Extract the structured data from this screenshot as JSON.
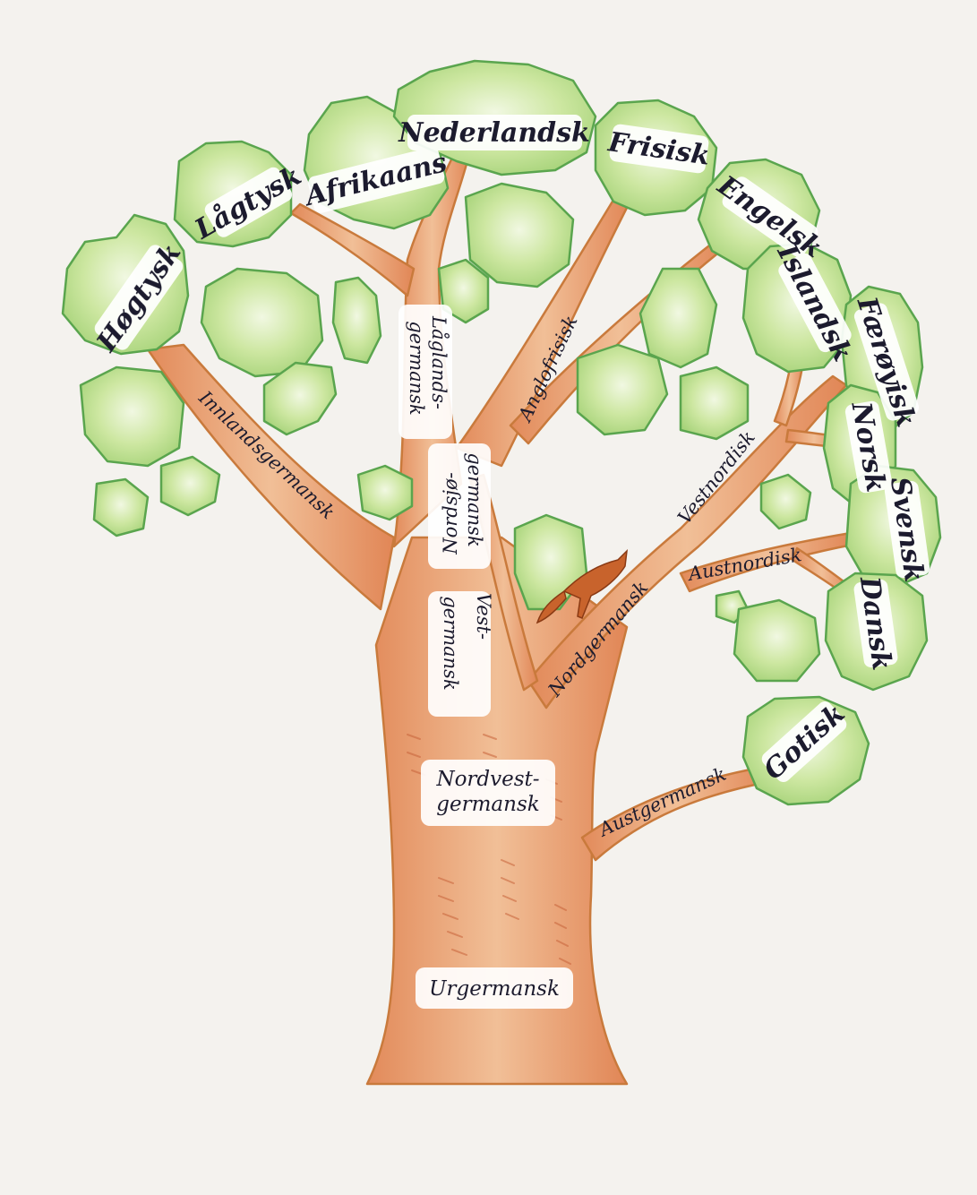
{
  "languages": {
    "hogtysk": "Høgtysk",
    "lagtysk": "Lågtysk",
    "afrikaans": "Afrikaans",
    "nederlandsk": "Nederlandsk",
    "frisisk": "Frisisk",
    "engelsk": "Engelsk",
    "islandsk": "Islandsk",
    "faroyisk": "Færøyisk",
    "norsk": "Norsk",
    "svensk": "Svensk",
    "dansk": "Dansk",
    "gotisk": "Gotisk"
  },
  "branches": {
    "innlandsgermansk": "Innlandsgermansk",
    "laglandsgermansk_1": "Låglands-",
    "laglandsgermansk_2": "germansk",
    "anglofrisisk": "Anglofrisisk",
    "nordsjogermansk_1": "Nordsjø-",
    "nordsjogermansk_2": "germansk",
    "vestgermansk_1": "Vest-",
    "vestgermansk_2": "germansk",
    "vestnordisk": "Vestnordisk",
    "austnordisk": "Austnordisk",
    "nordgermansk": "Nordgermansk",
    "austgermansk": "Austgermansk",
    "nordvestgermansk_1": "Nordvest-",
    "nordvestgermansk_2": "germansk",
    "urgermansk": "Urgermansk"
  },
  "colors": {
    "background": "#f4f2ee",
    "bark": "#e9a77a",
    "bark_dark": "#c86a3f",
    "leaf": "#c5e39a",
    "leaf_edge": "#4fa04a",
    "label_bg": "#ffffff",
    "ink": "#1c1b2e",
    "fox": "#c8632c"
  }
}
